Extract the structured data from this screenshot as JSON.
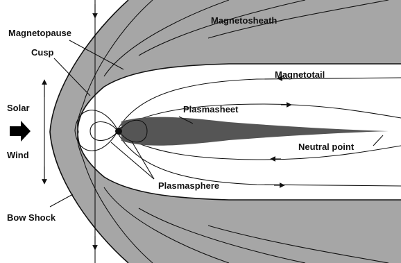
{
  "labels": {
    "magnetopause": "Magnetopause",
    "cusp": "Cusp",
    "solar": "Solar",
    "wind": "Wind",
    "bow_shock": "Bow Shock",
    "magnetosheath": "Magnetosheath",
    "magnetotail": "Magnetotail",
    "plasmasheet": "Plasmasheet",
    "neutral_point": "Neutral point",
    "plasmasphere": "Plasmasphere"
  },
  "colors": {
    "magnetosheath_fill": "#a6a6a6",
    "plasmasheet_fill": "#555555",
    "line": "#111111",
    "background": "#ffffff"
  }
}
